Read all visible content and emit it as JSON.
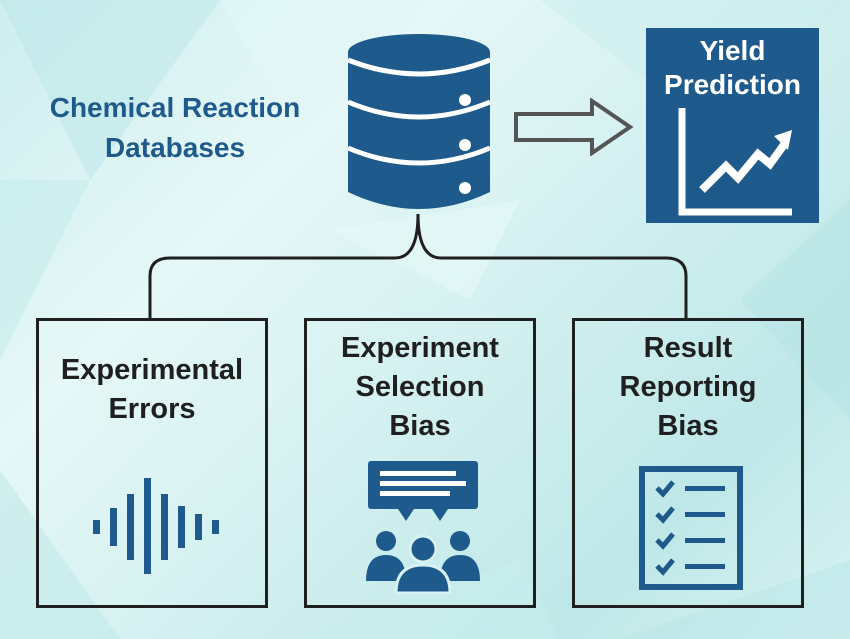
{
  "source": {
    "title_lines": [
      "Chemical Reaction",
      "Databases"
    ],
    "icon": "database-icon"
  },
  "target": {
    "title_lines": [
      "Yield",
      "Prediction"
    ],
    "icon": "trend-up-chart-icon"
  },
  "arrow_icon": "right-arrow-icon",
  "cards": [
    {
      "id": "experimental-errors",
      "title_lines": [
        "Experimental",
        "Errors"
      ],
      "icon": "sound-wave-icon"
    },
    {
      "id": "experiment-selection-bias",
      "title_lines": [
        "Experiment",
        "Selection",
        "Bias"
      ],
      "icon": "group-discussion-icon"
    },
    {
      "id": "result-reporting-bias",
      "title_lines": [
        "Result",
        "Reporting",
        "Bias"
      ],
      "icon": "checklist-icon"
    }
  ],
  "colors": {
    "accent": "#1e5b8c",
    "text_dark": "#1f1f1f",
    "background": "#d3f0f0"
  }
}
